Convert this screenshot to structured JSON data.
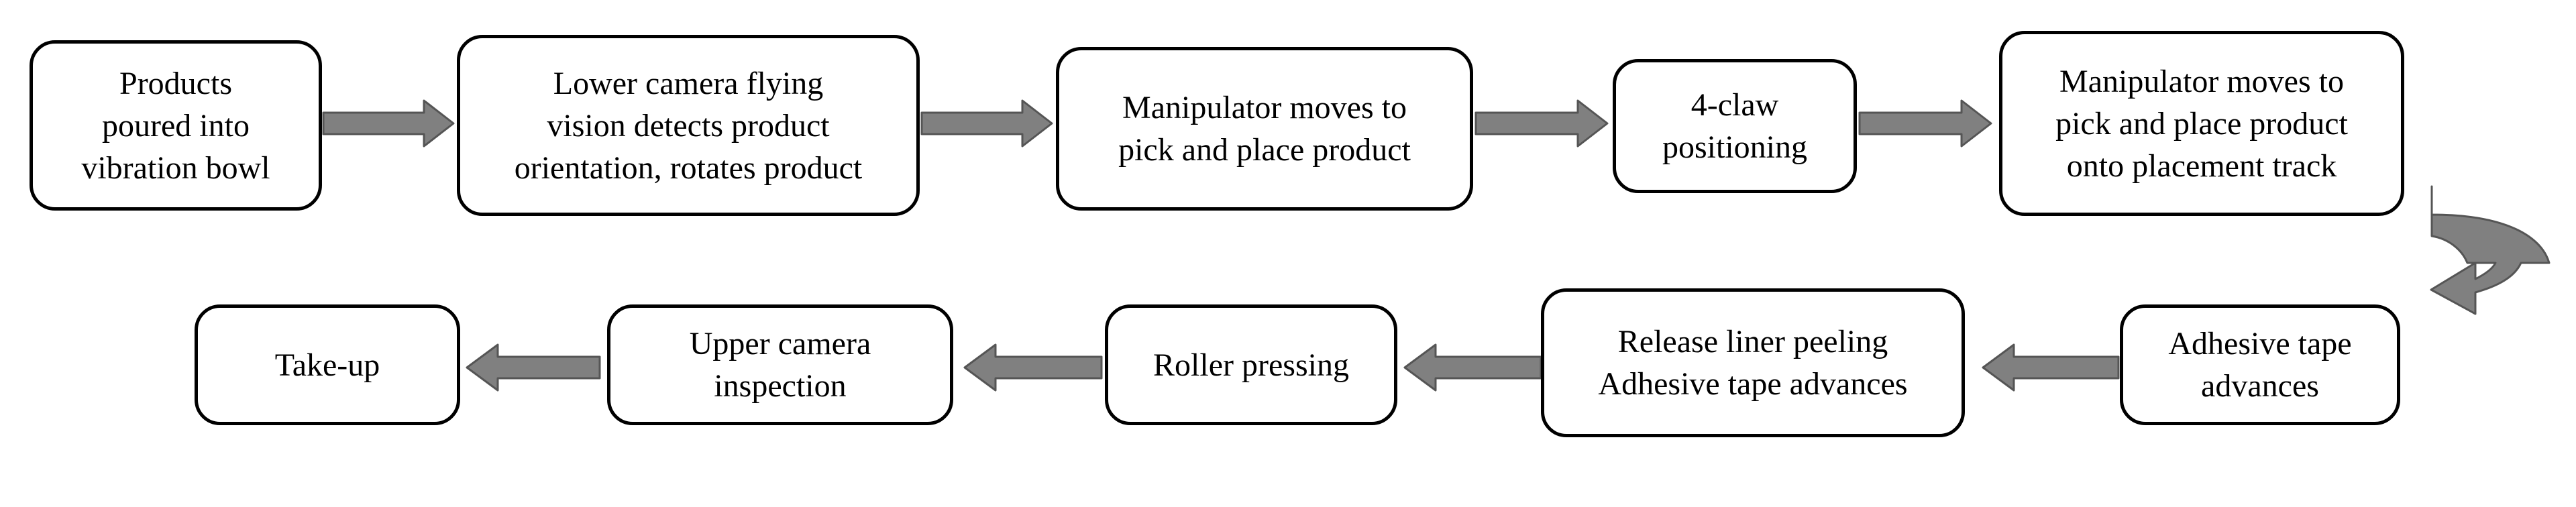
{
  "diagram": {
    "type": "process-flowchart",
    "colors": {
      "box_border": "#000000",
      "box_fill": "#ffffff",
      "arrow_fill": "#808080",
      "arrow_stroke": "#555555",
      "text": "#000000"
    },
    "steps": [
      {
        "id": "s1",
        "text": "Products\npoured into\nvibration bowl"
      },
      {
        "id": "s2",
        "text": "Lower camera flying\nvision detects product\norientation, rotates product"
      },
      {
        "id": "s3",
        "text": "Manipulator moves to\npick and place product"
      },
      {
        "id": "s4",
        "text": "4-claw\npositioning"
      },
      {
        "id": "s5",
        "text": "Manipulator moves to\npick and place product\nonto placement track"
      },
      {
        "id": "s6",
        "text": "Adhesive tape\nadvances"
      },
      {
        "id": "s7",
        "text": "Release liner peeling\nAdhesive tape advances"
      },
      {
        "id": "s8",
        "text": "Roller pressing"
      },
      {
        "id": "s9",
        "text": "Upper camera\ninspection"
      },
      {
        "id": "s10",
        "text": "Take-up"
      }
    ],
    "connections": [
      {
        "from": "s1",
        "to": "s2",
        "direction": "right"
      },
      {
        "from": "s2",
        "to": "s3",
        "direction": "right"
      },
      {
        "from": "s3",
        "to": "s4",
        "direction": "right"
      },
      {
        "from": "s4",
        "to": "s5",
        "direction": "right"
      },
      {
        "from": "s5",
        "to": "s6",
        "direction": "u-turn"
      },
      {
        "from": "s6",
        "to": "s7",
        "direction": "left"
      },
      {
        "from": "s7",
        "to": "s8",
        "direction": "left"
      },
      {
        "from": "s8",
        "to": "s9",
        "direction": "left"
      },
      {
        "from": "s9",
        "to": "s10",
        "direction": "left"
      }
    ]
  }
}
